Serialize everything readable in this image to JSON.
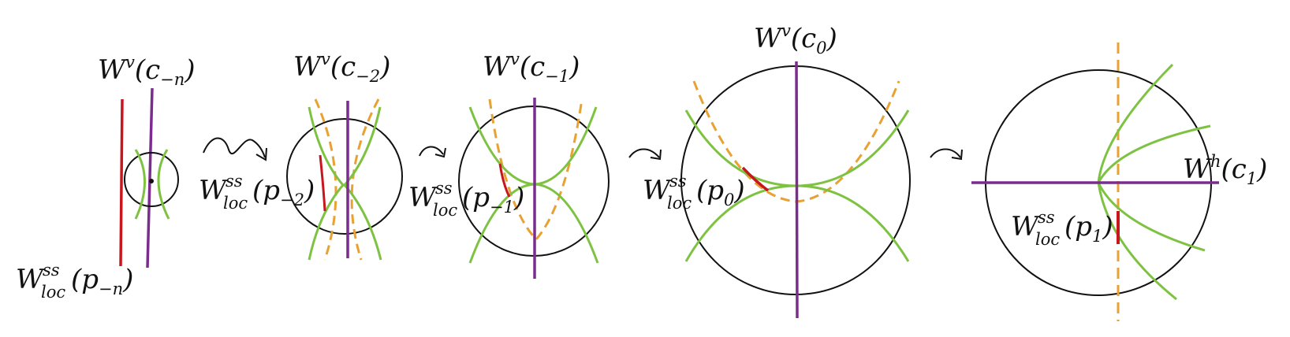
{
  "colors": {
    "stable_strong": "#c8161d",
    "vertical_center": "#7b2d8e",
    "green_leaves": "#7ec242",
    "dashed_orange": "#e8a133",
    "outline": "#111111"
  },
  "labels": {
    "wv_neg_n": {
      "base": "W",
      "sup": "v",
      "arg": "(c",
      "sub": "−n",
      "close": ")"
    },
    "wss_neg_n": {
      "base": "W",
      "sup": "ss",
      "sub": "loc",
      "arg": "(p",
      "argsub": "−n",
      "close": ")"
    },
    "wv_neg_2": {
      "base": "W",
      "sup": "v",
      "arg": "(c",
      "sub": "−2",
      "close": ")"
    },
    "wss_neg_2": {
      "base": "W",
      "sup": "ss",
      "sub": "loc",
      "arg": "(p",
      "argsub": "−2",
      "close": ")"
    },
    "wv_neg_1": {
      "base": "W",
      "sup": "v",
      "arg": "(c",
      "sub": "−1",
      "close": ")"
    },
    "wss_neg_1": {
      "base": "W",
      "sup": "ss",
      "sub": "loc",
      "arg": "(p",
      "argsub": "−1",
      "close": ")"
    },
    "wv_0": {
      "base": "W",
      "sup": "v",
      "arg": "(c",
      "sub": "0",
      "close": ")"
    },
    "wss_0": {
      "base": "W",
      "sup": "ss",
      "sub": "loc",
      "arg": "(p",
      "argsub": "0",
      "close": ")"
    },
    "wh_1": {
      "base": "W",
      "sup": "h",
      "arg": "(c",
      "sub": "1",
      "close": ")"
    },
    "wss_1": {
      "base": "W",
      "sup": "ss",
      "sub": "loc",
      "arg": "(p",
      "argsub": "1",
      "close": ")"
    }
  }
}
